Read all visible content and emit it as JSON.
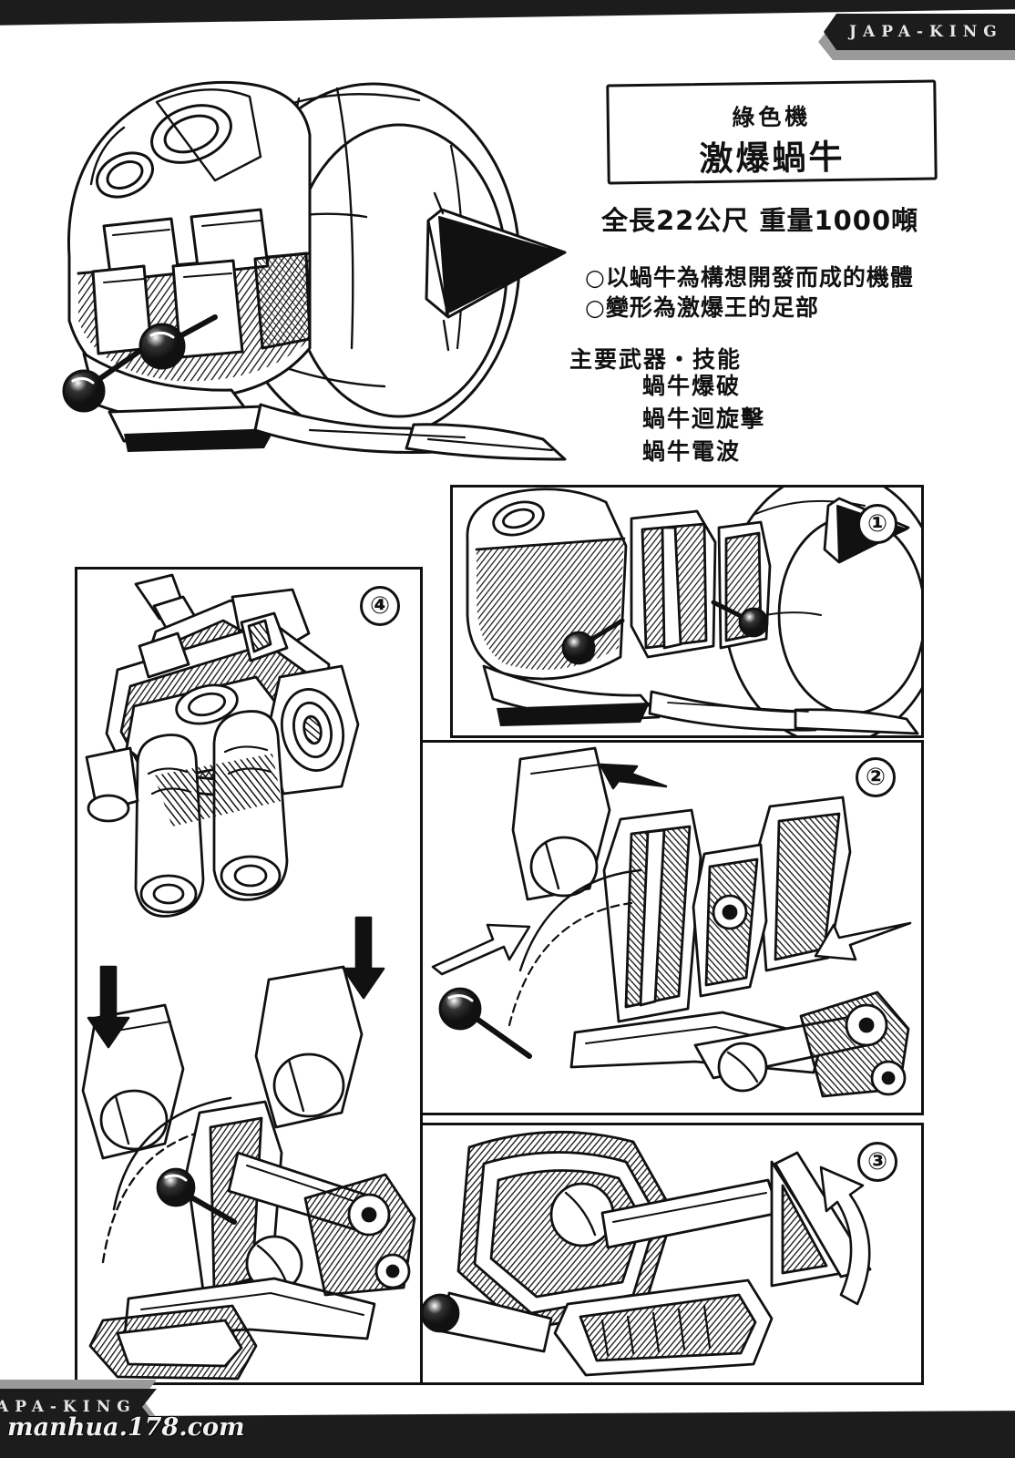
{
  "page": {
    "background_color": "#ffffff",
    "ink_color": "#111111",
    "banner_color": "#1c1c1c",
    "banner_shadow_color": "#9a9a9a"
  },
  "header": {
    "tag_label": "JAPA-KING"
  },
  "footer": {
    "tag_label": "APA-KING",
    "watermark": "manhua.178.com",
    "watermark_accent_color": "#d93a1a"
  },
  "spec_sheet": {
    "title_box": {
      "subtitle": "綠色機",
      "title": "激爆蝸牛"
    },
    "dimensions_line": "全長22公尺 重量1000噸",
    "bullets": [
      "○以蝸牛為構想開發而成的機體",
      "○變形為激爆王的足部"
    ],
    "weapons_heading": "主要武器・技能",
    "weapons": [
      "蝸牛爆破",
      "蝸牛迴旋擊",
      "蝸牛電波"
    ]
  },
  "panels": [
    {
      "id": "panel-1",
      "number": "①",
      "caption": ""
    },
    {
      "id": "panel-2",
      "number": "②",
      "caption": ""
    },
    {
      "id": "panel-3",
      "number": "③",
      "caption": ""
    },
    {
      "id": "panel-4",
      "number": "④",
      "caption": ""
    }
  ],
  "artwork": {
    "main_illustration": "snail-mecha-side-view",
    "panel_1_illustration": "snail-mecha-nose-detail",
    "panel_2_illustration": "transformation-step-2",
    "panel_3_illustration": "transformation-step-3",
    "panel_4_illustration": "leg-foot-assembly"
  }
}
